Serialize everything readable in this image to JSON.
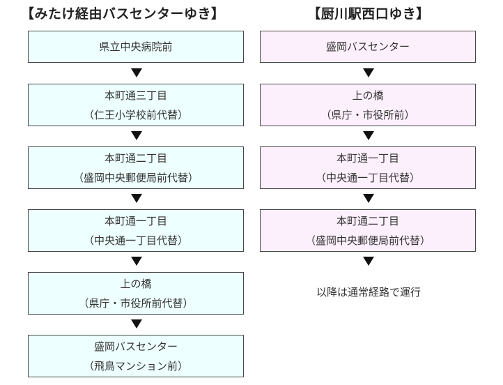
{
  "left": {
    "title": "【みたけ経由バスセンターゆき】",
    "stops": [
      {
        "line1": "県立中央病院前",
        "line2": ""
      },
      {
        "line1": "本町通三丁目",
        "line2": "（仁王小学校前代替）"
      },
      {
        "line1": "本町通二丁目",
        "line2": "（盛岡中央郵便局前代替）"
      },
      {
        "line1": "本町通一丁目",
        "line2": "（中央通一丁目代替）"
      },
      {
        "line1": "上の橋",
        "line2": "（県庁・市役所前代替）"
      },
      {
        "line1": "盛岡バスセンター",
        "line2": "（飛鳥マンション前）"
      }
    ],
    "box_color": "#edfffe"
  },
  "right": {
    "title": "【厨川駅西口ゆき】",
    "stops": [
      {
        "line1": "盛岡バスセンター",
        "line2": ""
      },
      {
        "line1": "上の橋",
        "line2": "（県庁・市役所前）"
      },
      {
        "line1": "本町通一丁目",
        "line2": "（中央通一丁目代替）"
      },
      {
        "line1": "本町通二丁目",
        "line2": "（盛岡中央郵便局前代替）"
      }
    ],
    "note": "以降は通常経路で運行",
    "box_color": "#fdf0fd"
  }
}
